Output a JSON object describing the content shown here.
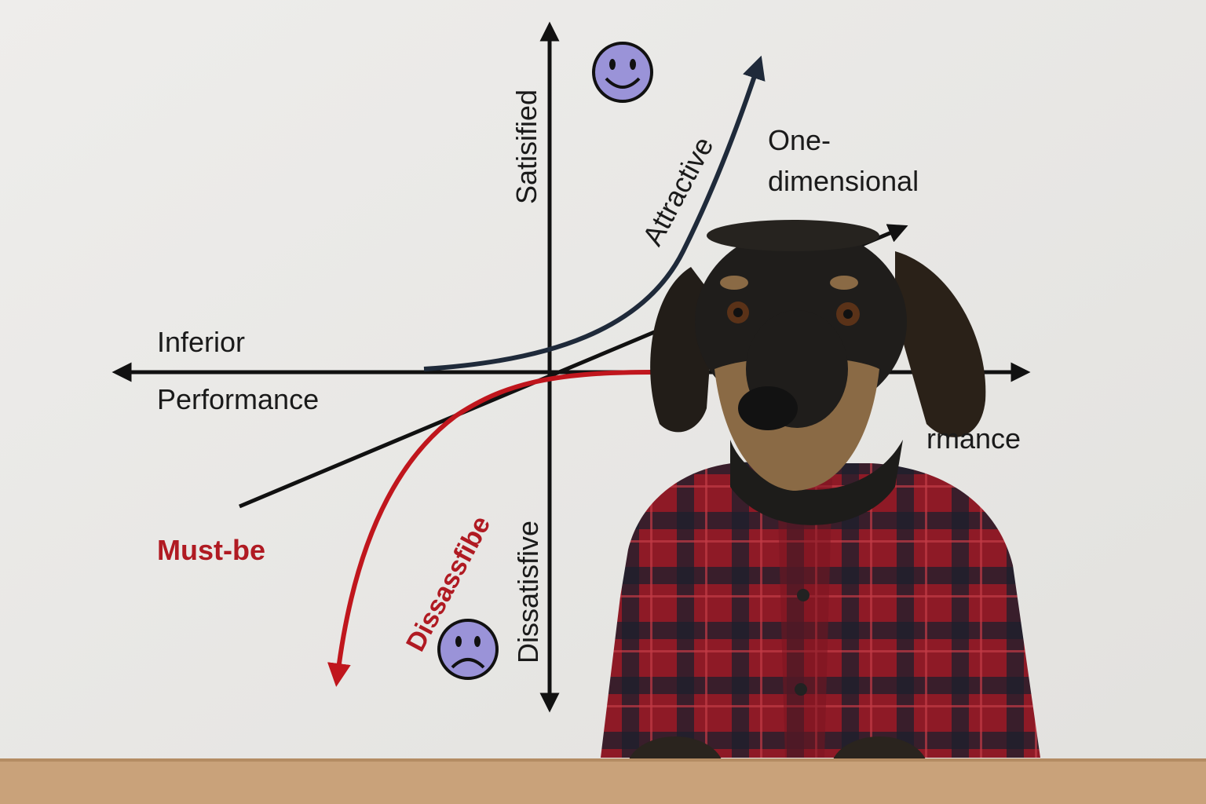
{
  "diagram": {
    "labels": {
      "satisfied": "Satisified",
      "attractive": "Attractive",
      "one_dimensional_1": "One-",
      "one_dimensional_2": "dimensional",
      "inferior": "Inferior",
      "performance_left": "Performance",
      "performance_right": "rmance",
      "must_be": "Must-be",
      "dissassfibe": "Dissassfibe",
      "dissatisfive": "Dissatisfive"
    },
    "colors": {
      "axis": "#111111",
      "attractive_curve": "#1f2a3a",
      "must_be_curve": "#c0161d",
      "must_be_text": "#b01a22",
      "face": "#9a93d8"
    },
    "icons": {
      "happy": "smiley-face-icon",
      "sad": "frowny-face-icon"
    }
  },
  "scene": {
    "subject": "dog-in-plaid-shirt",
    "shirt_colors": [
      "#8e1a26",
      "#1c1e2c"
    ],
    "desk_color": "#c9a27a"
  }
}
